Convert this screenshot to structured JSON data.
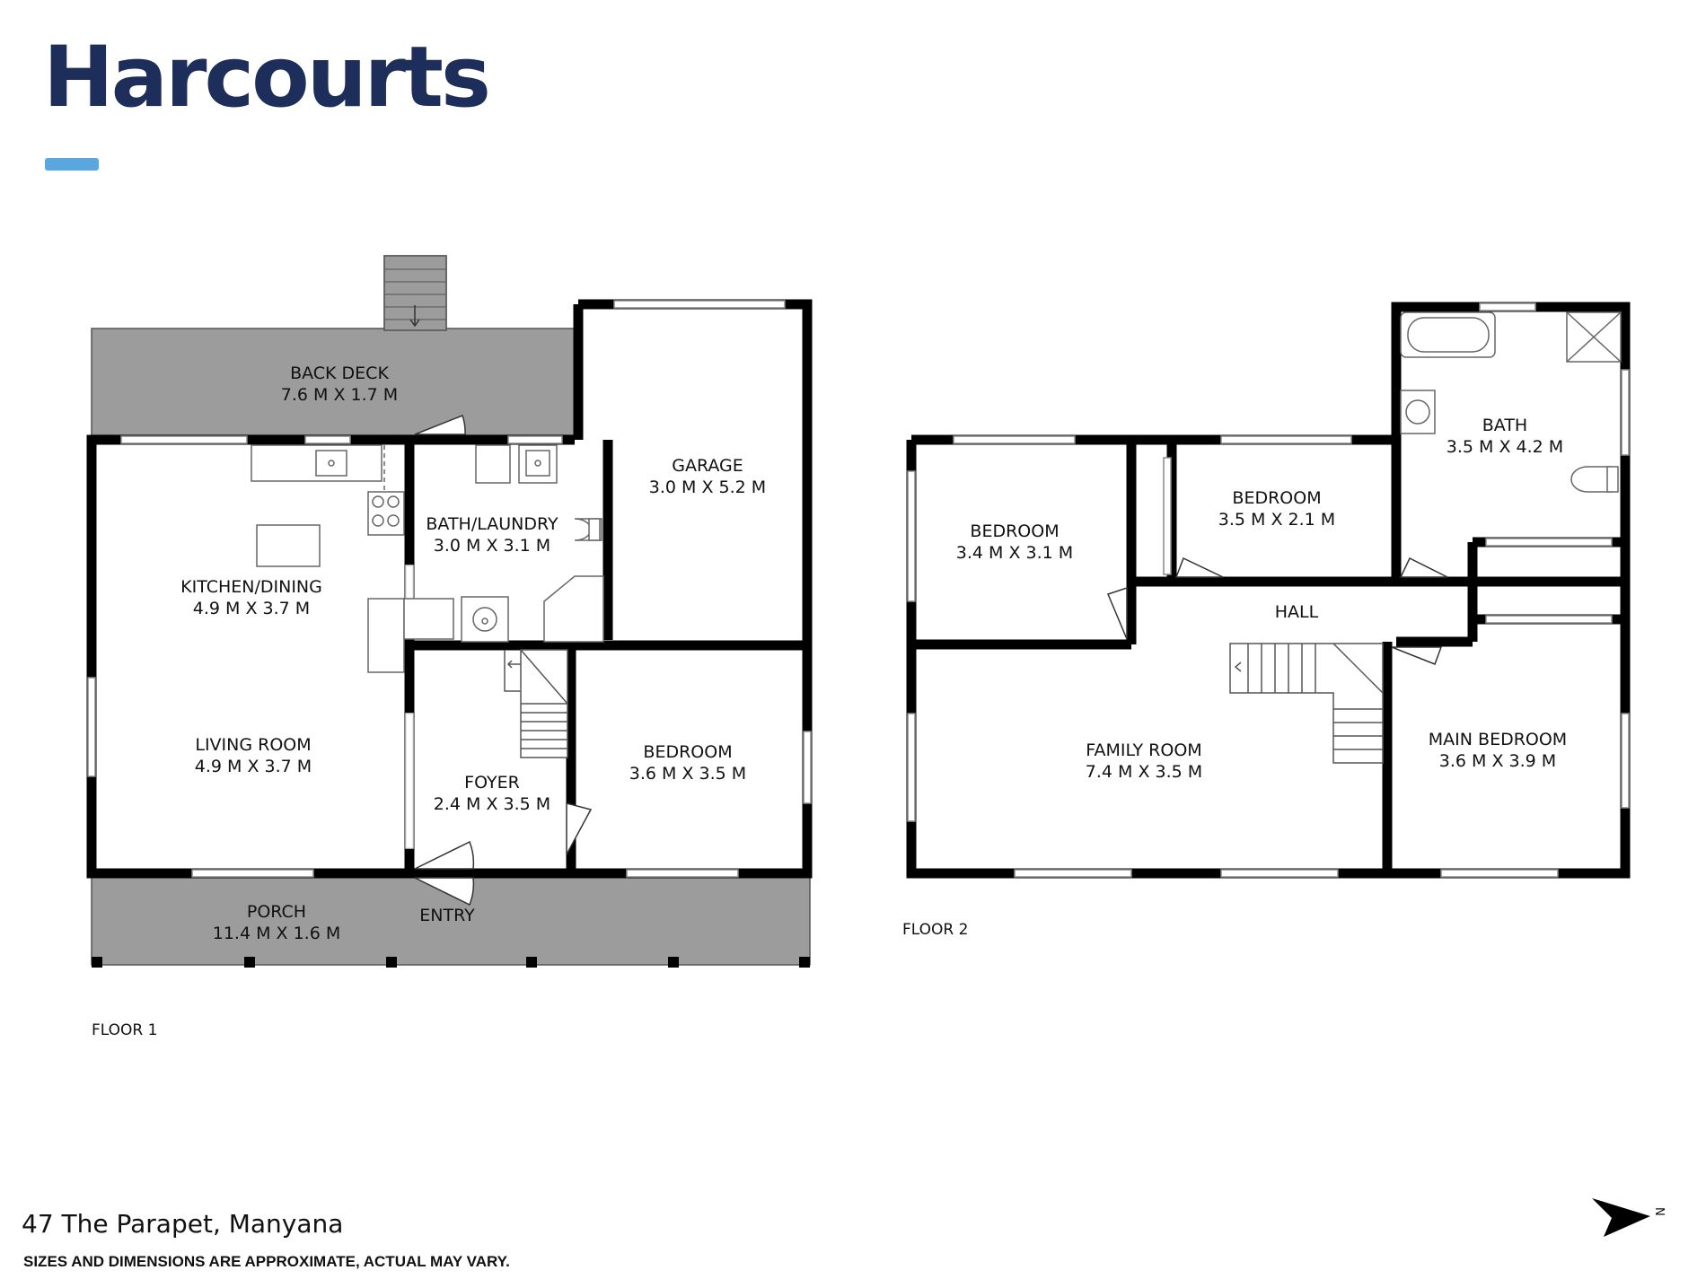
{
  "brand": {
    "name": "Harcourts",
    "color": "#1d2e5a",
    "accent": "#5aa7df"
  },
  "floor1": {
    "label": "FLOOR 1",
    "rooms": {
      "back_deck": {
        "name": "BACK DECK",
        "dims": "7.6 M X 1.7 M"
      },
      "kitchen": {
        "name": "KITCHEN/DINING",
        "dims": "4.9 M X 3.7 M"
      },
      "bath_laundry": {
        "name": "BATH/LAUNDRY",
        "dims": "3.0 M X 3.1 M"
      },
      "garage": {
        "name": "GARAGE",
        "dims": "3.0 M X 5.2 M"
      },
      "living": {
        "name": "LIVING ROOM",
        "dims": "4.9 M X 3.7 M"
      },
      "foyer": {
        "name": "FOYER",
        "dims": "2.4 M X 3.5 M"
      },
      "bedroom": {
        "name": "BEDROOM",
        "dims": "3.6 M X 3.5 M"
      },
      "porch": {
        "name": "PORCH",
        "dims": "11.4 M X 1.6 M"
      }
    },
    "entry_label": "ENTRY"
  },
  "floor2": {
    "label": "FLOOR 2",
    "rooms": {
      "bedroom_a": {
        "name": "BEDROOM",
        "dims": "3.4 M X 3.1 M"
      },
      "bedroom_b": {
        "name": "BEDROOM",
        "dims": "3.5 M X 2.1 M"
      },
      "bath": {
        "name": "BATH",
        "dims": "3.5 M X 4.2 M"
      },
      "hall": {
        "name": "HALL",
        "dims": ""
      },
      "family": {
        "name": "FAMILY ROOM",
        "dims": "7.4 M X 3.5 M"
      },
      "main_bedroom": {
        "name": "MAIN BEDROOM",
        "dims": "3.6 M X 3.9 M"
      }
    }
  },
  "address": "47 The Parapet, Manyana",
  "disclaimer": "SIZES AND DIMENSIONS ARE APPROXIMATE, ACTUAL MAY VARY.",
  "compass": {
    "label": "N",
    "icon": "north-arrow-icon"
  },
  "colors": {
    "wall": "#000000",
    "deck": "#9c9c9c",
    "window": "#ffffff"
  }
}
